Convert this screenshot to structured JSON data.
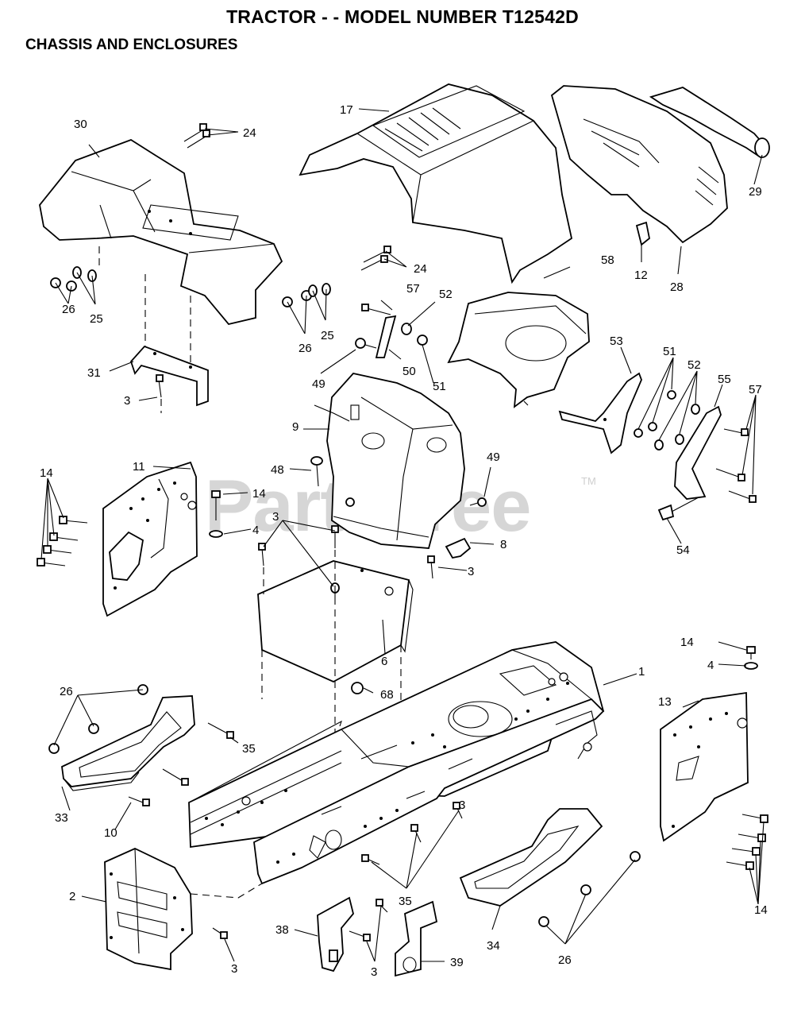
{
  "header": {
    "title": "TRACTOR - - MODEL NUMBER T12542D",
    "subtitle": "CHASSIS AND ENCLOSURES"
  },
  "watermark": {
    "text": "PartsTree",
    "trademark": "TM"
  },
  "callouts": [
    "1",
    "2",
    "3",
    "3",
    "3",
    "3",
    "3",
    "3",
    "4",
    "4",
    "6",
    "8",
    "9",
    "10",
    "11",
    "12",
    "13",
    "14",
    "14",
    "14",
    "14",
    "17",
    "24",
    "24",
    "25",
    "25",
    "26",
    "26",
    "26",
    "26",
    "28",
    "29",
    "30",
    "31",
    "33",
    "34",
    "35",
    "35",
    "38",
    "39",
    "48",
    "49",
    "49",
    "50",
    "51",
    "51",
    "52",
    "52",
    "53",
    "54",
    "55",
    "57",
    "57",
    "58",
    "68"
  ]
}
